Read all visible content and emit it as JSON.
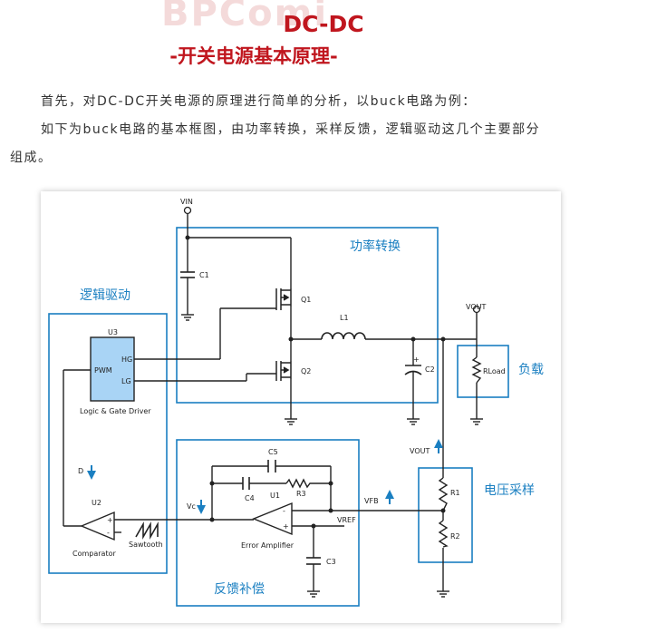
{
  "watermark": "BPComi",
  "title": {
    "line1": "DC-DC",
    "line2": "-开关电源基本原理-"
  },
  "paragraphs": {
    "p1": "首先，对DC-DC开关电源的原理进行简单的分析，以buck电路为例：",
    "p2_line1": "如下为buck电路的基本框图，由功率转换，采样反馈，逻辑驱动这几个主要部分",
    "p2_line2": "组成。"
  },
  "diagram": {
    "blocks": {
      "power": "功率转换",
      "logic": "逻辑驱动",
      "load": "负载",
      "sampling": "电压采样",
      "feedback": "反馈补偿"
    },
    "labels": {
      "vin": "VIN",
      "vout": "VOUT",
      "c1": "C1",
      "q1": "Q1",
      "q2": "Q2",
      "l1": "L1",
      "c2": "C2",
      "rload": "RLoad",
      "u3": "U3",
      "pwm": "PWM",
      "hg": "HG",
      "lg": "LG",
      "driver": "Logic & Gate Driver",
      "d": "D",
      "u2": "U2",
      "comparator": "Comparator",
      "sawtooth": "Sawtooth",
      "vc": "Vc",
      "c5": "C5",
      "c4": "C4",
      "u1": "U1",
      "r3": "R3",
      "error_amp": "Error Amplifier",
      "vref": "VREF",
      "c3": "C3",
      "vfb": "VFB",
      "vout_arrow": "VOUT",
      "r1": "R1",
      "r2": "R2",
      "plus": "+",
      "minus": "-"
    },
    "colors": {
      "block_border": "#1a7fc1",
      "block_text": "#1a7fc1",
      "wire": "#222222",
      "chip_fill": "#a9d4f5"
    }
  }
}
